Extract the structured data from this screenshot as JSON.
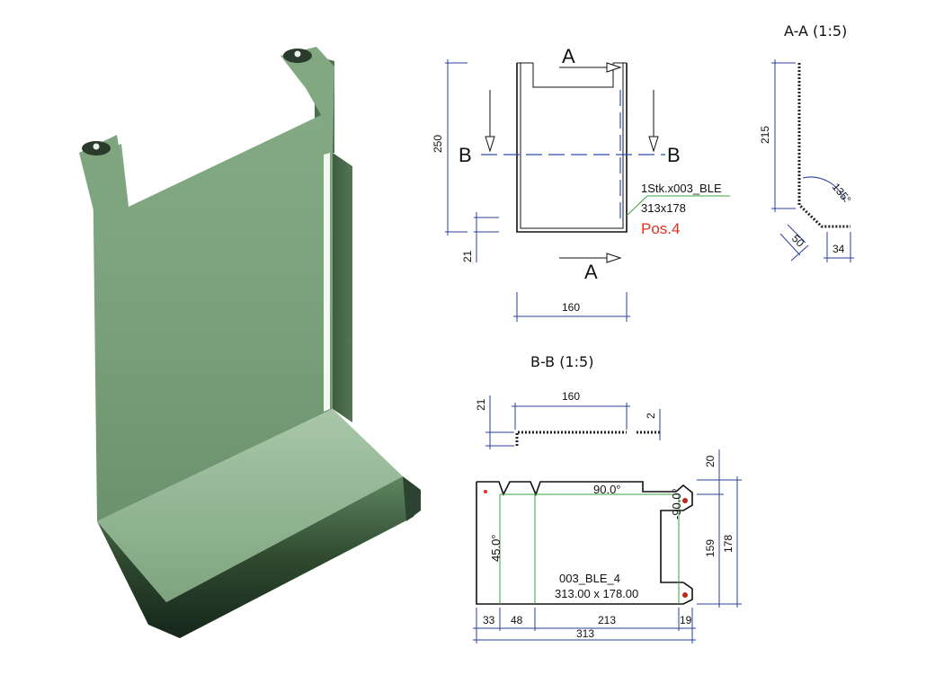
{
  "section_aa": {
    "title": "A-A (1:5)",
    "height": "215",
    "leg": "50",
    "offset": "34",
    "angle": "135°"
  },
  "section_bb": {
    "title": "B-B (1:5)",
    "width": "160",
    "flange": "21",
    "thickness": "2"
  },
  "front_view": {
    "cut_a_top": "A",
    "cut_a_bottom": "A",
    "cut_b_left": "B",
    "cut_b_right": "B",
    "height": "250",
    "width": "160",
    "bottom": "21",
    "note_line1": "1Stk.x003_BLE",
    "note_line2": "313x178",
    "position": "Pos.4"
  },
  "flat_pattern": {
    "angle_top": "90.0°",
    "angle_side": "-90.0°",
    "angle_bend": "45.0°",
    "part_name": "003_BLE_4",
    "part_size": "313.00 x 178.00",
    "dim_33": "33",
    "dim_48": "48",
    "dim_213": "213",
    "dim_19": "19",
    "dim_313": "313",
    "dim_20": "20",
    "dim_159": "159",
    "dim_178": "178"
  },
  "colors": {
    "part_green": "#7fa77f",
    "dimension_blue": "#2b3f9e",
    "bend_green": "#3aa03a",
    "position_red": "#e03020"
  }
}
